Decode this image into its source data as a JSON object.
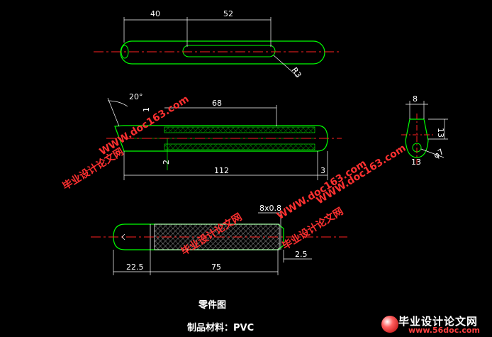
{
  "dimensions": {
    "top_left": "40",
    "top_right": "52",
    "top_radius": "R3",
    "angle": "20°",
    "small_one": "1",
    "mid_68": "68",
    "mid_two": "2",
    "mid_112": "112",
    "mid_three": "3",
    "side_8": "8",
    "side_13": "13",
    "side_13b": "13",
    "side_phi7": "φ7",
    "knurl": "8x0.8",
    "bot_22_5": "22.5",
    "bot_75": "75",
    "bot_2_5": "2.5"
  },
  "caption": {
    "title": "零件图",
    "material": "制品材料：PVC"
  },
  "watermarks": [
    {
      "line1": "毕业设计论文网",
      "line2": "WWW.doc163.com"
    },
    {
      "line1": "毕业设计论文网",
      "line2": "WWW.doc163.com"
    },
    {
      "line1": "毕业设计论文网",
      "line2": "WWW.doc163.com"
    }
  ],
  "logo": {
    "text": "毕业设计论文网",
    "url": "www.56doc.com"
  },
  "colors": {
    "outline": "#00ff00",
    "center_line": "#ff2020",
    "dimension": "#ffffff",
    "background": "#000000"
  }
}
